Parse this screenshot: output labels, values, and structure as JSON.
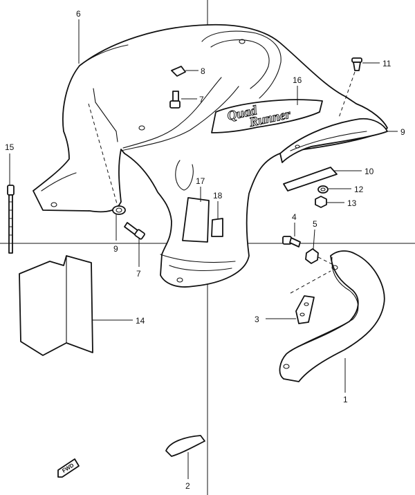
{
  "diagram": {
    "callouts": {
      "c1": "1",
      "c2": "2",
      "c3": "3",
      "c4": "4",
      "c5": "5",
      "c6": "6",
      "c7a": "7",
      "c7b": "7",
      "c8": "8",
      "c9a": "9",
      "c9b": "9",
      "c10": "10",
      "c11": "11",
      "c12": "12",
      "c13": "13",
      "c14": "14",
      "c15": "15",
      "c16": "16",
      "c17": "17",
      "c18": "18"
    },
    "fender_logo": {
      "line1": "Quad",
      "line2": "Runner"
    },
    "direction_badge": "FWD"
  }
}
